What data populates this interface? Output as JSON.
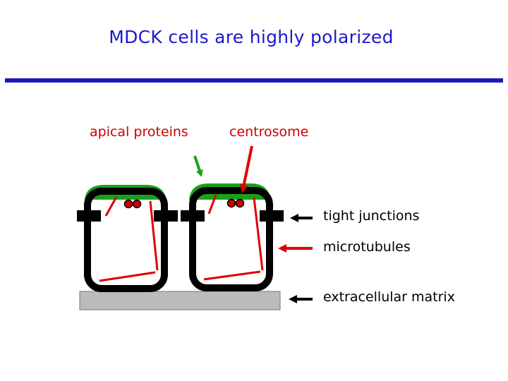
{
  "title": "MDCK cells are highly polarized",
  "labels": {
    "apical_proteins": "apical proteins",
    "centrosome": "centrosome",
    "tight_junctions": "tight junctions",
    "microtubules": "microtubules",
    "extracellular_matrix": "extracellular matrix"
  },
  "colors": {
    "title": "#1a1acc",
    "rule": "#1a1ab8",
    "apical_green": "#1aa01a",
    "microtubule_red": "#e00000",
    "centrosome_red": "#cc0000",
    "cell_outline": "#000000",
    "matrix_gray": "#bbbbbb",
    "label_red": "#cc0000"
  }
}
